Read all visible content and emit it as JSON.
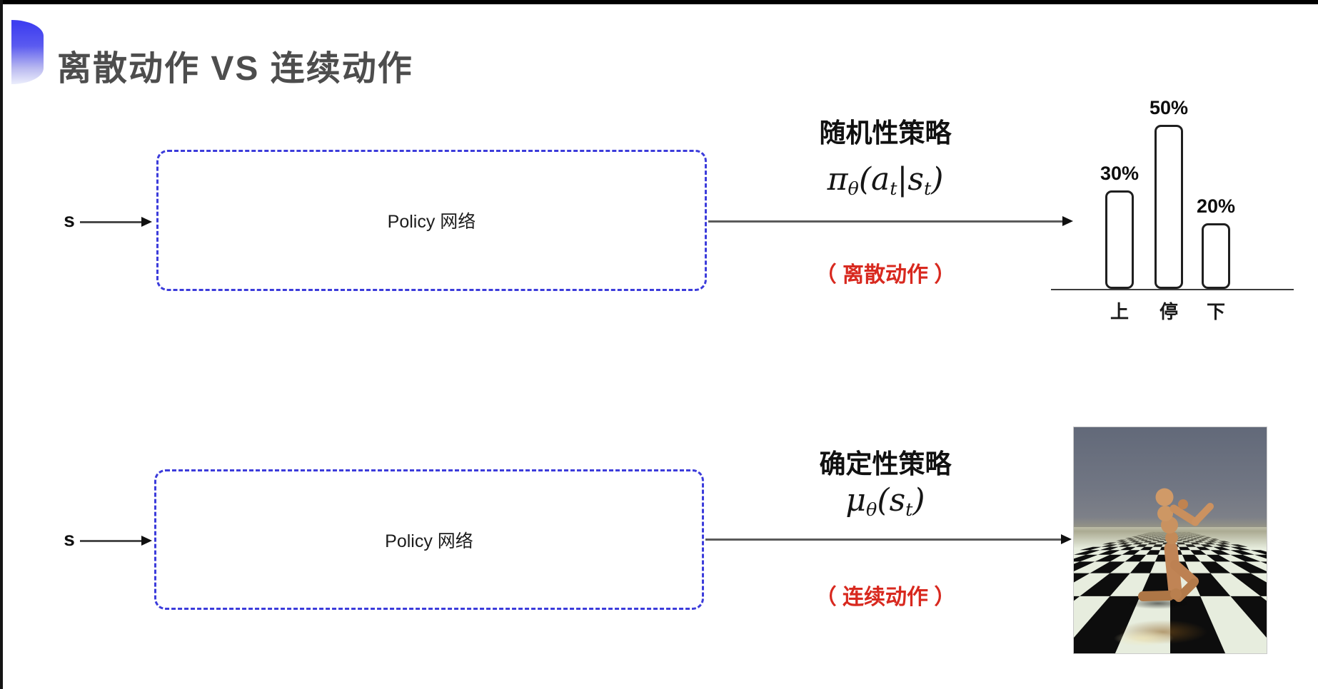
{
  "slide": {
    "title": "离散动作 VS 连续动作"
  },
  "stochastic_row": {
    "state_label": "s",
    "box_label": "Policy 网络",
    "policy_title": "随机性策略",
    "formula": {
      "pi": "π",
      "theta_sub": "θ",
      "open_paren": "(",
      "a_var": "a",
      "a_sub": "t",
      "given_bar": "|",
      "s_var": "s",
      "s_sub": "t",
      "close_paren": ")"
    },
    "action_note": "（ 离散动作 ）"
  },
  "deterministic_row": {
    "state_label": "s",
    "box_label": "Policy 网络",
    "policy_title": "确定性策略",
    "formula": {
      "mu": "μ",
      "theta_sub": "θ",
      "open_paren": "(",
      "s_var": "s",
      "s_sub": "t",
      "close_paren": ")"
    },
    "action_note": "（ 连续动作 ）"
  },
  "chart_data": {
    "type": "bar",
    "title": "",
    "categories": [
      "上",
      "停",
      "下"
    ],
    "values": [
      30,
      50,
      20
    ],
    "value_labels": [
      "30%",
      "50%",
      "20%"
    ],
    "ylim": [
      0,
      60
    ],
    "grid": false,
    "legend": "none"
  },
  "colors": {
    "box_border_blue": "#3c3cdb",
    "note_red": "#d8291f",
    "title_gray": "#4d4d4d",
    "accent_blue": "#3e3ef0"
  }
}
